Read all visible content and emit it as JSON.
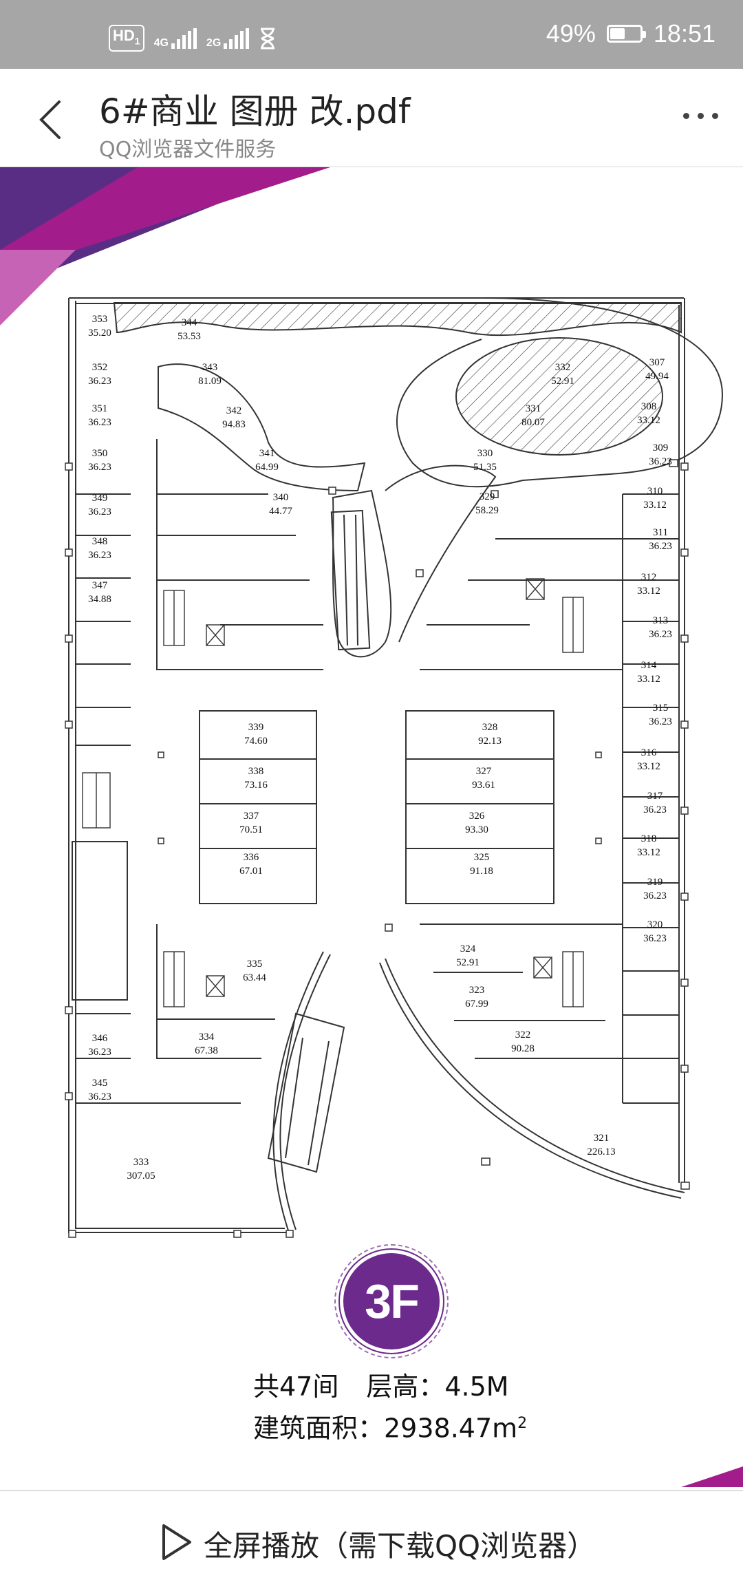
{
  "status_bar": {
    "hd": "HD",
    "sim1": "1",
    "net1": "4G",
    "net2": "2G",
    "battery_percent": "49%",
    "battery_level": 0.49,
    "time": "18:51"
  },
  "app_bar": {
    "title": "6#商业 图册 改.pdf",
    "subtitle": "QQ浏览器文件服务"
  },
  "floor": {
    "badge": "3F",
    "units_label": "共47间",
    "height_label": "层高：4.5M",
    "area_label": "建筑面积：2938.47m",
    "area_sup": "2"
  },
  "units": [
    {
      "id": "353",
      "area": "35.20"
    },
    {
      "id": "352",
      "area": "36.23"
    },
    {
      "id": "351",
      "area": "36.23"
    },
    {
      "id": "350",
      "area": "36.23"
    },
    {
      "id": "349",
      "area": "36.23"
    },
    {
      "id": "348",
      "area": "36.23"
    },
    {
      "id": "347",
      "area": "34.88"
    },
    {
      "id": "346",
      "area": "36.23"
    },
    {
      "id": "345",
      "area": "36.23"
    },
    {
      "id": "333",
      "area": "307.05"
    },
    {
      "id": "344",
      "area": "53.53"
    },
    {
      "id": "343",
      "area": "81.09"
    },
    {
      "id": "342",
      "area": "94.83"
    },
    {
      "id": "341",
      "area": "64.99"
    },
    {
      "id": "340",
      "area": "44.77"
    },
    {
      "id": "339",
      "area": "74.60"
    },
    {
      "id": "338",
      "area": "73.16"
    },
    {
      "id": "337",
      "area": "70.51"
    },
    {
      "id": "336",
      "area": "67.01"
    },
    {
      "id": "335",
      "area": "63.44"
    },
    {
      "id": "334",
      "area": "67.38"
    },
    {
      "id": "332",
      "area": "52.91"
    },
    {
      "id": "331",
      "area": "80.07"
    },
    {
      "id": "330",
      "area": "51.35"
    },
    {
      "id": "329",
      "area": "58.29"
    },
    {
      "id": "328",
      "area": "92.13"
    },
    {
      "id": "327",
      "area": "93.61"
    },
    {
      "id": "326",
      "area": "93.30"
    },
    {
      "id": "325",
      "area": "91.18"
    },
    {
      "id": "324",
      "area": "52.91"
    },
    {
      "id": "323",
      "area": "67.99"
    },
    {
      "id": "322",
      "area": "90.28"
    },
    {
      "id": "321",
      "area": "226.13"
    },
    {
      "id": "307",
      "area": "49.94"
    },
    {
      "id": "308",
      "area": "33.12"
    },
    {
      "id": "309",
      "area": "36.23"
    },
    {
      "id": "310",
      "area": "33.12"
    },
    {
      "id": "311",
      "area": "36.23"
    },
    {
      "id": "312",
      "area": "33.12"
    },
    {
      "id": "313",
      "area": "36.23"
    },
    {
      "id": "314",
      "area": "33.12"
    },
    {
      "id": "315",
      "area": "36.23"
    },
    {
      "id": "316",
      "area": "33.12"
    },
    {
      "id": "317",
      "area": "36.23"
    },
    {
      "id": "318",
      "area": "33.12"
    },
    {
      "id": "319",
      "area": "36.23"
    },
    {
      "id": "320",
      "area": "36.23"
    }
  ],
  "bottom_bar": {
    "fullscreen_label": "全屏播放（需下载QQ浏览器）"
  },
  "colors": {
    "status_bg": "#a6a6a6",
    "brand_purple": "#6b2a8c",
    "accent_magenta": "#b01c8f"
  }
}
